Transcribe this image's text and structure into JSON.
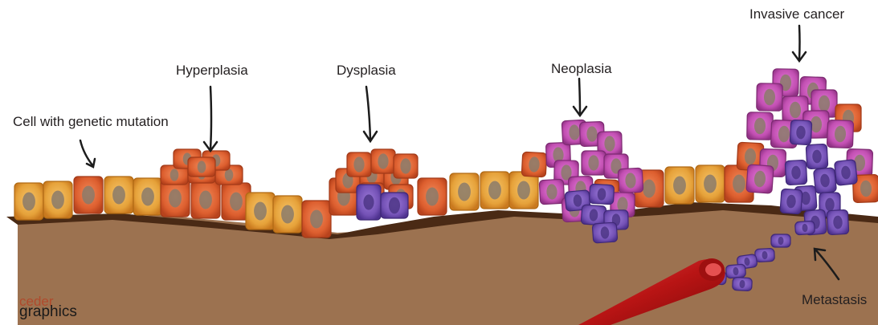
{
  "labels": {
    "mutation": "Cell with genetic mutation",
    "hyperplasia": "Hyperplasia",
    "dysplasia": "Dysplasia",
    "neoplasia": "Neoplasia",
    "invasive": "Invasive cancer",
    "metastasis": "Metastasis"
  },
  "logo": {
    "brand_top": "ceder",
    "brand_bottom": "graphics"
  },
  "colors": {
    "stroma": "#9c7250",
    "basement_membrane": "#4a2a15",
    "normal_cell": "#e8a83a",
    "mutated_cell": "#e06a3a",
    "dysplastic_cell": "#d9622e",
    "neoplastic_cell": "#c24fb2",
    "invasive_cell": "#7a55b8",
    "nucleus": "#8a7a6a",
    "blood_vessel": "#c81e1e"
  }
}
